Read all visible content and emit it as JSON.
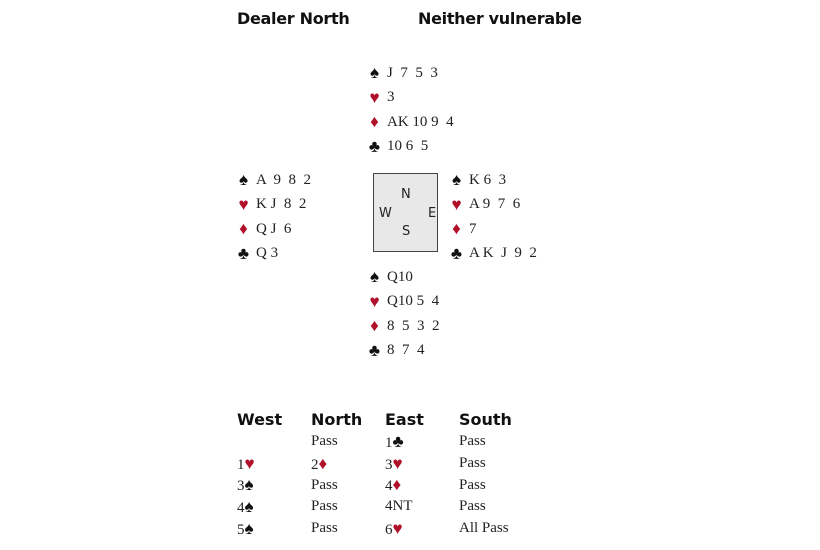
{
  "header": {
    "dealer": "Dealer North",
    "vulnerability": "Neither vulnerable"
  },
  "suits": {
    "spades": {
      "symbol": "♠",
      "color": "#111111"
    },
    "hearts": {
      "symbol": "♥",
      "color": "#b0102a"
    },
    "diamonds": {
      "symbol": "♦",
      "color": "#b0102a"
    },
    "clubs": {
      "symbol": "♣",
      "color": "#111111"
    }
  },
  "hands": {
    "north": {
      "spades": "J  7  5  3",
      "hearts": "3",
      "diamonds": "AK 10 9  4",
      "clubs": "10 6  5"
    },
    "west": {
      "spades": "A  9  8  2",
      "hearts": "K J  8  2",
      "diamonds": "Q J  6",
      "clubs": "Q 3"
    },
    "east": {
      "spades": "K 6  3",
      "hearts": "A 9  7  6",
      "diamonds": "7",
      "clubs": "A K  J  9  2"
    },
    "south": {
      "spades": "Q10",
      "hearts": "Q10 5  4",
      "diamonds": "8  5  3  2",
      "clubs": "8  7  4"
    }
  },
  "compass": {
    "n": "N",
    "s": "S",
    "e": "E",
    "w": "W"
  },
  "auction": {
    "headers": [
      "West",
      "North",
      "East",
      "South"
    ],
    "rows": [
      [
        {
          "text": ""
        },
        {
          "text": "Pass"
        },
        {
          "text": "1",
          "suit": "clubs"
        },
        {
          "text": "Pass"
        }
      ],
      [
        {
          "text": "1",
          "suit": "hearts"
        },
        {
          "text": "2",
          "suit": "diamonds"
        },
        {
          "text": "3",
          "suit": "hearts"
        },
        {
          "text": "Pass"
        }
      ],
      [
        {
          "text": "3",
          "suit": "spades"
        },
        {
          "text": "Pass"
        },
        {
          "text": "4",
          "suit": "diamonds"
        },
        {
          "text": "Pass"
        }
      ],
      [
        {
          "text": "4",
          "suit": "spades"
        },
        {
          "text": "Pass"
        },
        {
          "text": "4NT"
        },
        {
          "text": "Pass"
        }
      ],
      [
        {
          "text": "5",
          "suit": "spades"
        },
        {
          "text": "Pass"
        },
        {
          "text": "6",
          "suit": "hearts"
        },
        {
          "text": "All Pass"
        }
      ]
    ]
  }
}
